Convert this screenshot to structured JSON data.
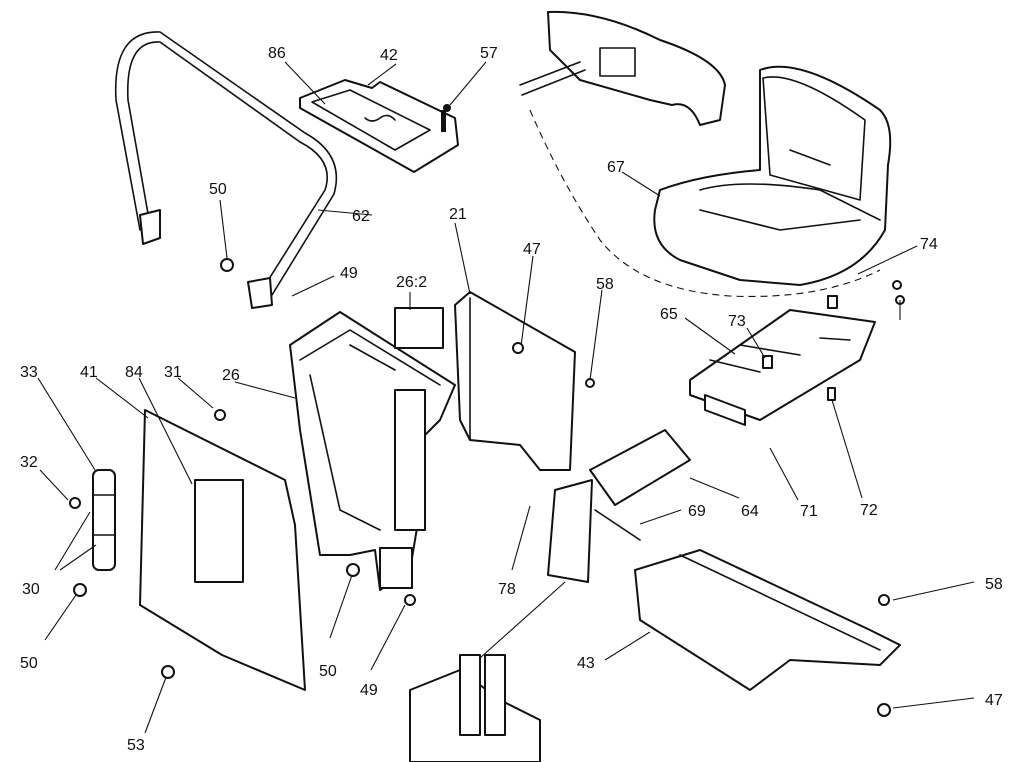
{
  "callouts": {
    "c86": "86",
    "c42": "42",
    "c57": "57",
    "c50a": "50",
    "c62": "62",
    "c49a": "49",
    "c21": "21",
    "c47a": "47",
    "c58a": "58",
    "c26_2": "26:2",
    "c67": "67",
    "c74": "74",
    "c65": "65",
    "c73": "73",
    "c33": "33",
    "c41": "41",
    "c84": "84",
    "c31": "31",
    "c26": "26",
    "c32": "32",
    "c30": "30",
    "c50b": "50",
    "c50c": "50",
    "c53": "53",
    "c49b": "49",
    "c64": "64",
    "c69": "69",
    "c71": "71",
    "c72": "72",
    "c78": "78",
    "c43": "43",
    "c58b": "58",
    "c47b": "47"
  },
  "icons": {
    "roll-bar": "roll-bar-icon",
    "seat": "seat-icon",
    "mounting-plate": "mounting-plate-icon",
    "hood": "hood-icon"
  },
  "colors": {
    "ink": "#111111",
    "paper": "#ffffff"
  }
}
